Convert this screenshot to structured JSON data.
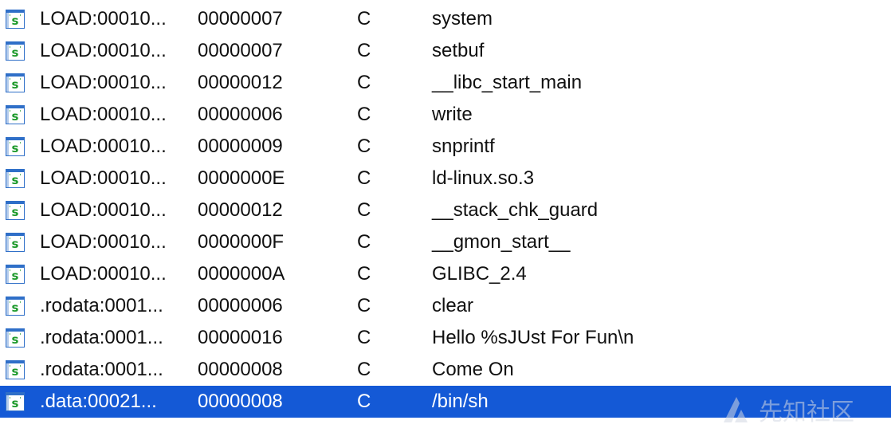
{
  "strings_window": {
    "rows": [
      {
        "address": "LOAD:00010...",
        "length": "00000007",
        "type": "C",
        "string": "system",
        "icon": "string-literal-icon",
        "selected": false
      },
      {
        "address": "LOAD:00010...",
        "length": "00000007",
        "type": "C",
        "string": "setbuf",
        "icon": "string-literal-icon",
        "selected": false
      },
      {
        "address": "LOAD:00010...",
        "length": "00000012",
        "type": "C",
        "string": "__libc_start_main",
        "icon": "string-literal-icon",
        "selected": false
      },
      {
        "address": "LOAD:00010...",
        "length": "00000006",
        "type": "C",
        "string": "write",
        "icon": "string-literal-icon",
        "selected": false
      },
      {
        "address": "LOAD:00010...",
        "length": "00000009",
        "type": "C",
        "string": "snprintf",
        "icon": "string-literal-icon",
        "selected": false
      },
      {
        "address": "LOAD:00010...",
        "length": "0000000E",
        "type": "C",
        "string": "ld-linux.so.3",
        "icon": "string-literal-icon",
        "selected": false
      },
      {
        "address": "LOAD:00010...",
        "length": "00000012",
        "type": "C",
        "string": "__stack_chk_guard",
        "icon": "string-literal-icon",
        "selected": false
      },
      {
        "address": "LOAD:00010...",
        "length": "0000000F",
        "type": "C",
        "string": "__gmon_start__",
        "icon": "string-literal-icon",
        "selected": false
      },
      {
        "address": "LOAD:00010...",
        "length": "0000000A",
        "type": "C",
        "string": "GLIBC_2.4",
        "icon": "string-literal-icon",
        "selected": false
      },
      {
        "address": ".rodata:0001...",
        "length": "00000006",
        "type": "C",
        "string": "clear",
        "icon": "string-literal-icon",
        "selected": false
      },
      {
        "address": ".rodata:0001...",
        "length": "00000016",
        "type": "C",
        "string": "Hello %sJUst For Fun\\n",
        "icon": "string-literal-icon",
        "selected": false
      },
      {
        "address": ".rodata:0001...",
        "length": "00000008",
        "type": "C",
        "string": "Come On",
        "icon": "string-literal-icon",
        "selected": false
      },
      {
        "address": ".data:00021...",
        "length": "00000008",
        "type": "C",
        "string": "/bin/sh",
        "icon": "string-literal-icon",
        "selected": true
      }
    ]
  },
  "watermark": {
    "text": "先知社区",
    "icon": "xianzhi-logo-icon"
  },
  "colors": {
    "selection_background": "#1459d6",
    "selection_text": "#ffffff",
    "icon_green": "#1e9a2c",
    "icon_blue": "#2f6fc8"
  }
}
